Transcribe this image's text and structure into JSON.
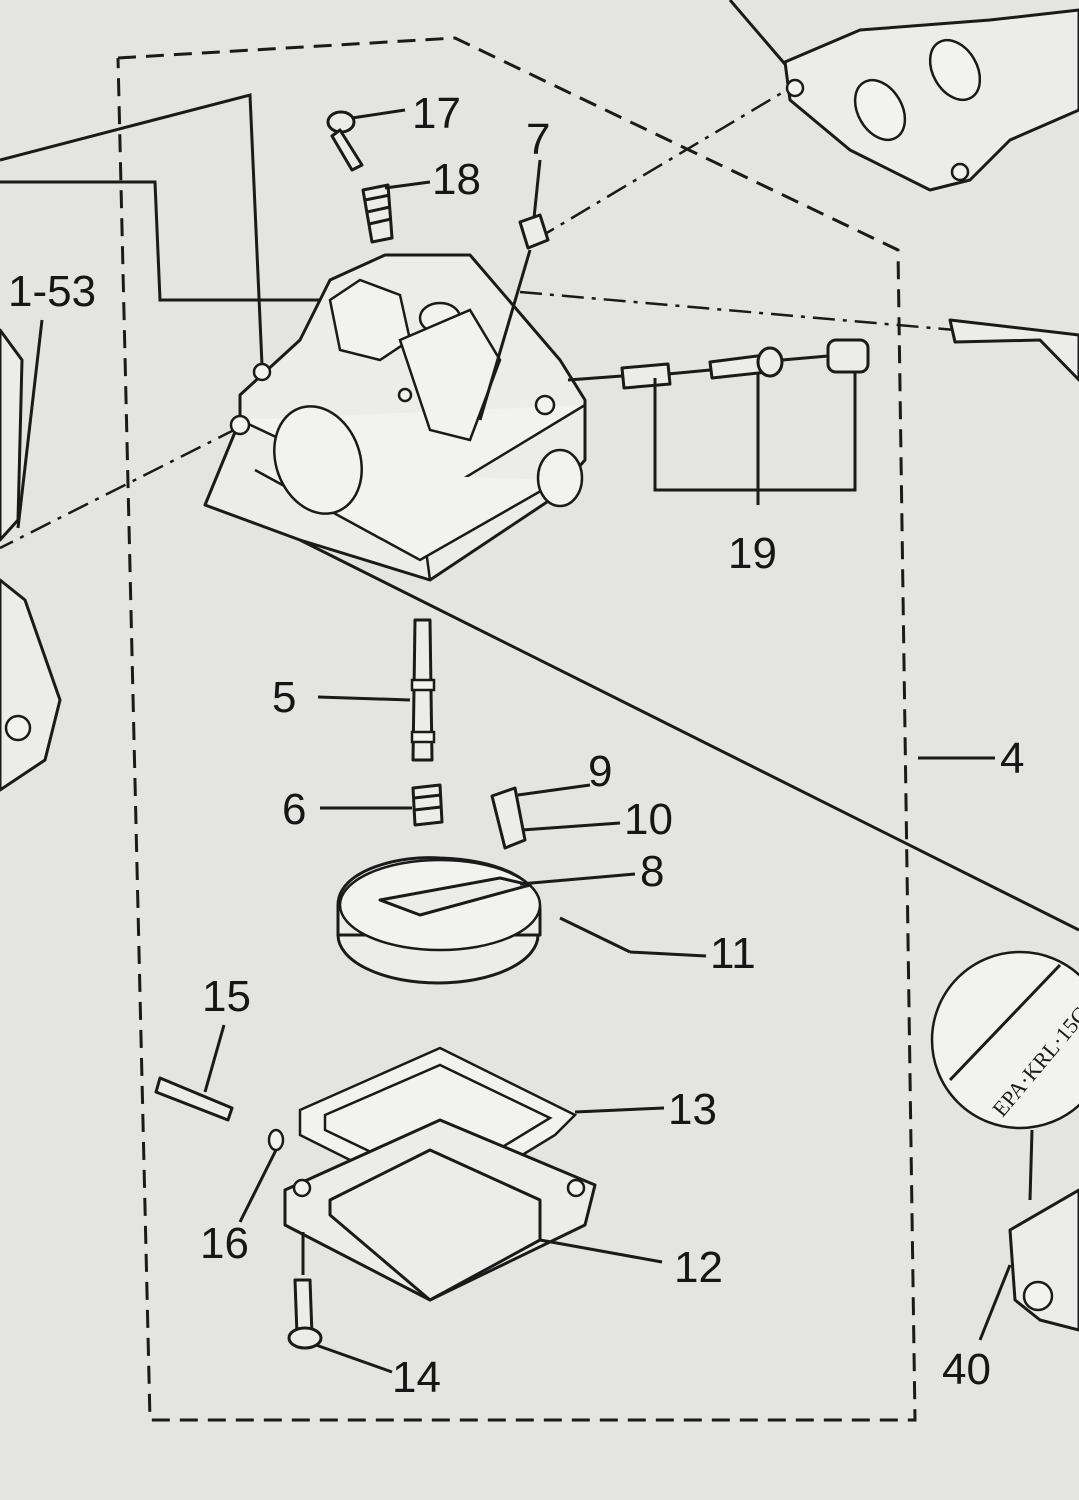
{
  "callouts": {
    "c4": "4",
    "c5": "5",
    "c6": "6",
    "c7": "7",
    "c8": "8",
    "c9": "9",
    "c10": "10",
    "c11": "11",
    "c12": "12",
    "c13": "13",
    "c14": "14",
    "c15": "15",
    "c16": "16",
    "c17": "17",
    "c18": "18",
    "c19": "19",
    "c40": "40",
    "ref_left": "1-53"
  },
  "stamp_text": "EPA·KRL·15C",
  "colors": {
    "ink": "#1a1a1a",
    "paper": "#e4e4e2"
  }
}
